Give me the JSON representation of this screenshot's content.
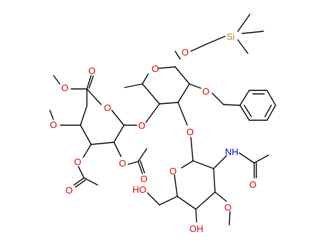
{
  "molecule": {
    "atoms": [
      {
        "id": "o_ring_center",
        "text": "O",
        "color": "#e00000"
      },
      {
        "id": "o_glycoside_top",
        "text": "O",
        "color": "#e00000"
      },
      {
        "id": "si",
        "text": "Si",
        "color": "#b8860b"
      },
      {
        "id": "o_benzyl",
        "text": "O",
        "color": "#e00000"
      },
      {
        "id": "o_ester_carbonyl",
        "text": "O",
        "color": "#e00000"
      },
      {
        "id": "o_ester_methyl",
        "text": "O",
        "color": "#e00000"
      },
      {
        "id": "o_ring_left",
        "text": "O",
        "color": "#e00000"
      },
      {
        "id": "o_methoxy_left",
        "text": "O",
        "color": "#e00000"
      },
      {
        "id": "o_link_left",
        "text": "O",
        "color": "#e00000"
      },
      {
        "id": "o_link_bottom",
        "text": "O",
        "color": "#e00000"
      },
      {
        "id": "o_acetoxy_1",
        "text": "O",
        "color": "#e00000"
      },
      {
        "id": "o_acetoxy_2",
        "text": "O",
        "color": "#e00000"
      },
      {
        "id": "o_acetyl_carbonyl_1",
        "text": "O",
        "color": "#e00000"
      },
      {
        "id": "o_acetyl_carbonyl_2",
        "text": "O",
        "color": "#e00000"
      },
      {
        "id": "o_ring_bottom",
        "text": "O",
        "color": "#e00000"
      },
      {
        "id": "nh",
        "text": "NH",
        "color": "#0000e0"
      },
      {
        "id": "o_amide",
        "text": "O",
        "color": "#e00000"
      },
      {
        "id": "ho_left",
        "text": "HO",
        "color": "#e00000"
      },
      {
        "id": "oh_bottom",
        "text": "OH",
        "color": "#e00000"
      },
      {
        "id": "o_methoxy_bottom",
        "text": "O",
        "color": "#e00000"
      }
    ],
    "bond_color": "#000000"
  }
}
